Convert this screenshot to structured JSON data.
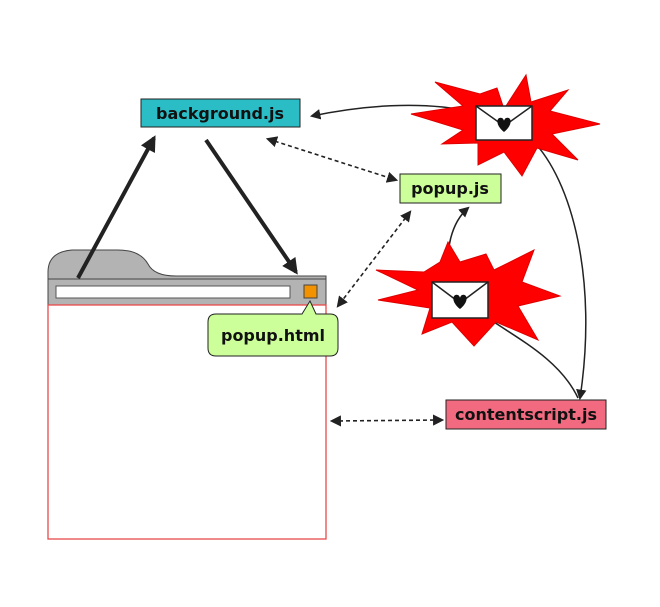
{
  "nodes": {
    "background": {
      "label": "background.js",
      "fill": "#2bbdc6"
    },
    "popup_js": {
      "label": "popup.js",
      "fill": "#ccff99"
    },
    "popup_html": {
      "label": "popup.html",
      "fill": "#ccff99"
    },
    "contentscript": {
      "label": "contentscript.js",
      "fill": "#f26a80"
    }
  },
  "browser": {
    "frame_color": "#b3b3b3",
    "content_border": "#e84a4a",
    "action_button_color": "#f39200"
  },
  "message_burst": {
    "burst_color": "#ff0000",
    "envelope_icon": "envelope-heart-icon"
  },
  "arrows": {
    "solid_color": "#222222",
    "dashed_color": "#222222"
  }
}
